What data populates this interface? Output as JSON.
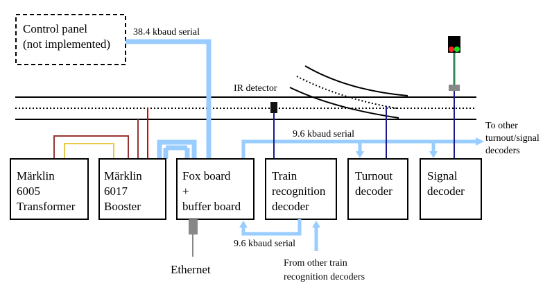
{
  "control_panel": {
    "line1": "Control panel",
    "line2": "(not implemented)"
  },
  "boxes": {
    "transformer": [
      "Märklin",
      "6005",
      "Transformer"
    ],
    "booster": [
      "Märklin",
      "6017",
      "Booster"
    ],
    "fox": [
      "Fox board",
      "+",
      "buffer board"
    ],
    "train_recognition": [
      "Train",
      "recognition",
      "decoder"
    ],
    "turnout": [
      "Turnout",
      "decoder"
    ],
    "signal": [
      "Signal",
      "decoder"
    ]
  },
  "labels": {
    "serial_38k": "38.4 kbaud serial",
    "serial_9k_top": "9.6 kbaud serial",
    "serial_9k_bottom": "9.6 kbaud serial",
    "ir_detector": "IR detector",
    "to_other": [
      "To other",
      "turnout/signal",
      "decoders"
    ],
    "from_other": [
      "From other train",
      "recognition decoders"
    ],
    "ethernet": "Ethernet"
  },
  "colors": {
    "serial_bus": "#99ccff",
    "track_power": "#993333",
    "track_power_red": "#dd0000",
    "yellow_wire": "#e8c84a",
    "decoder_wire": "#1a1a8c",
    "ethernet": "#888888",
    "signal_post": "#338855"
  }
}
